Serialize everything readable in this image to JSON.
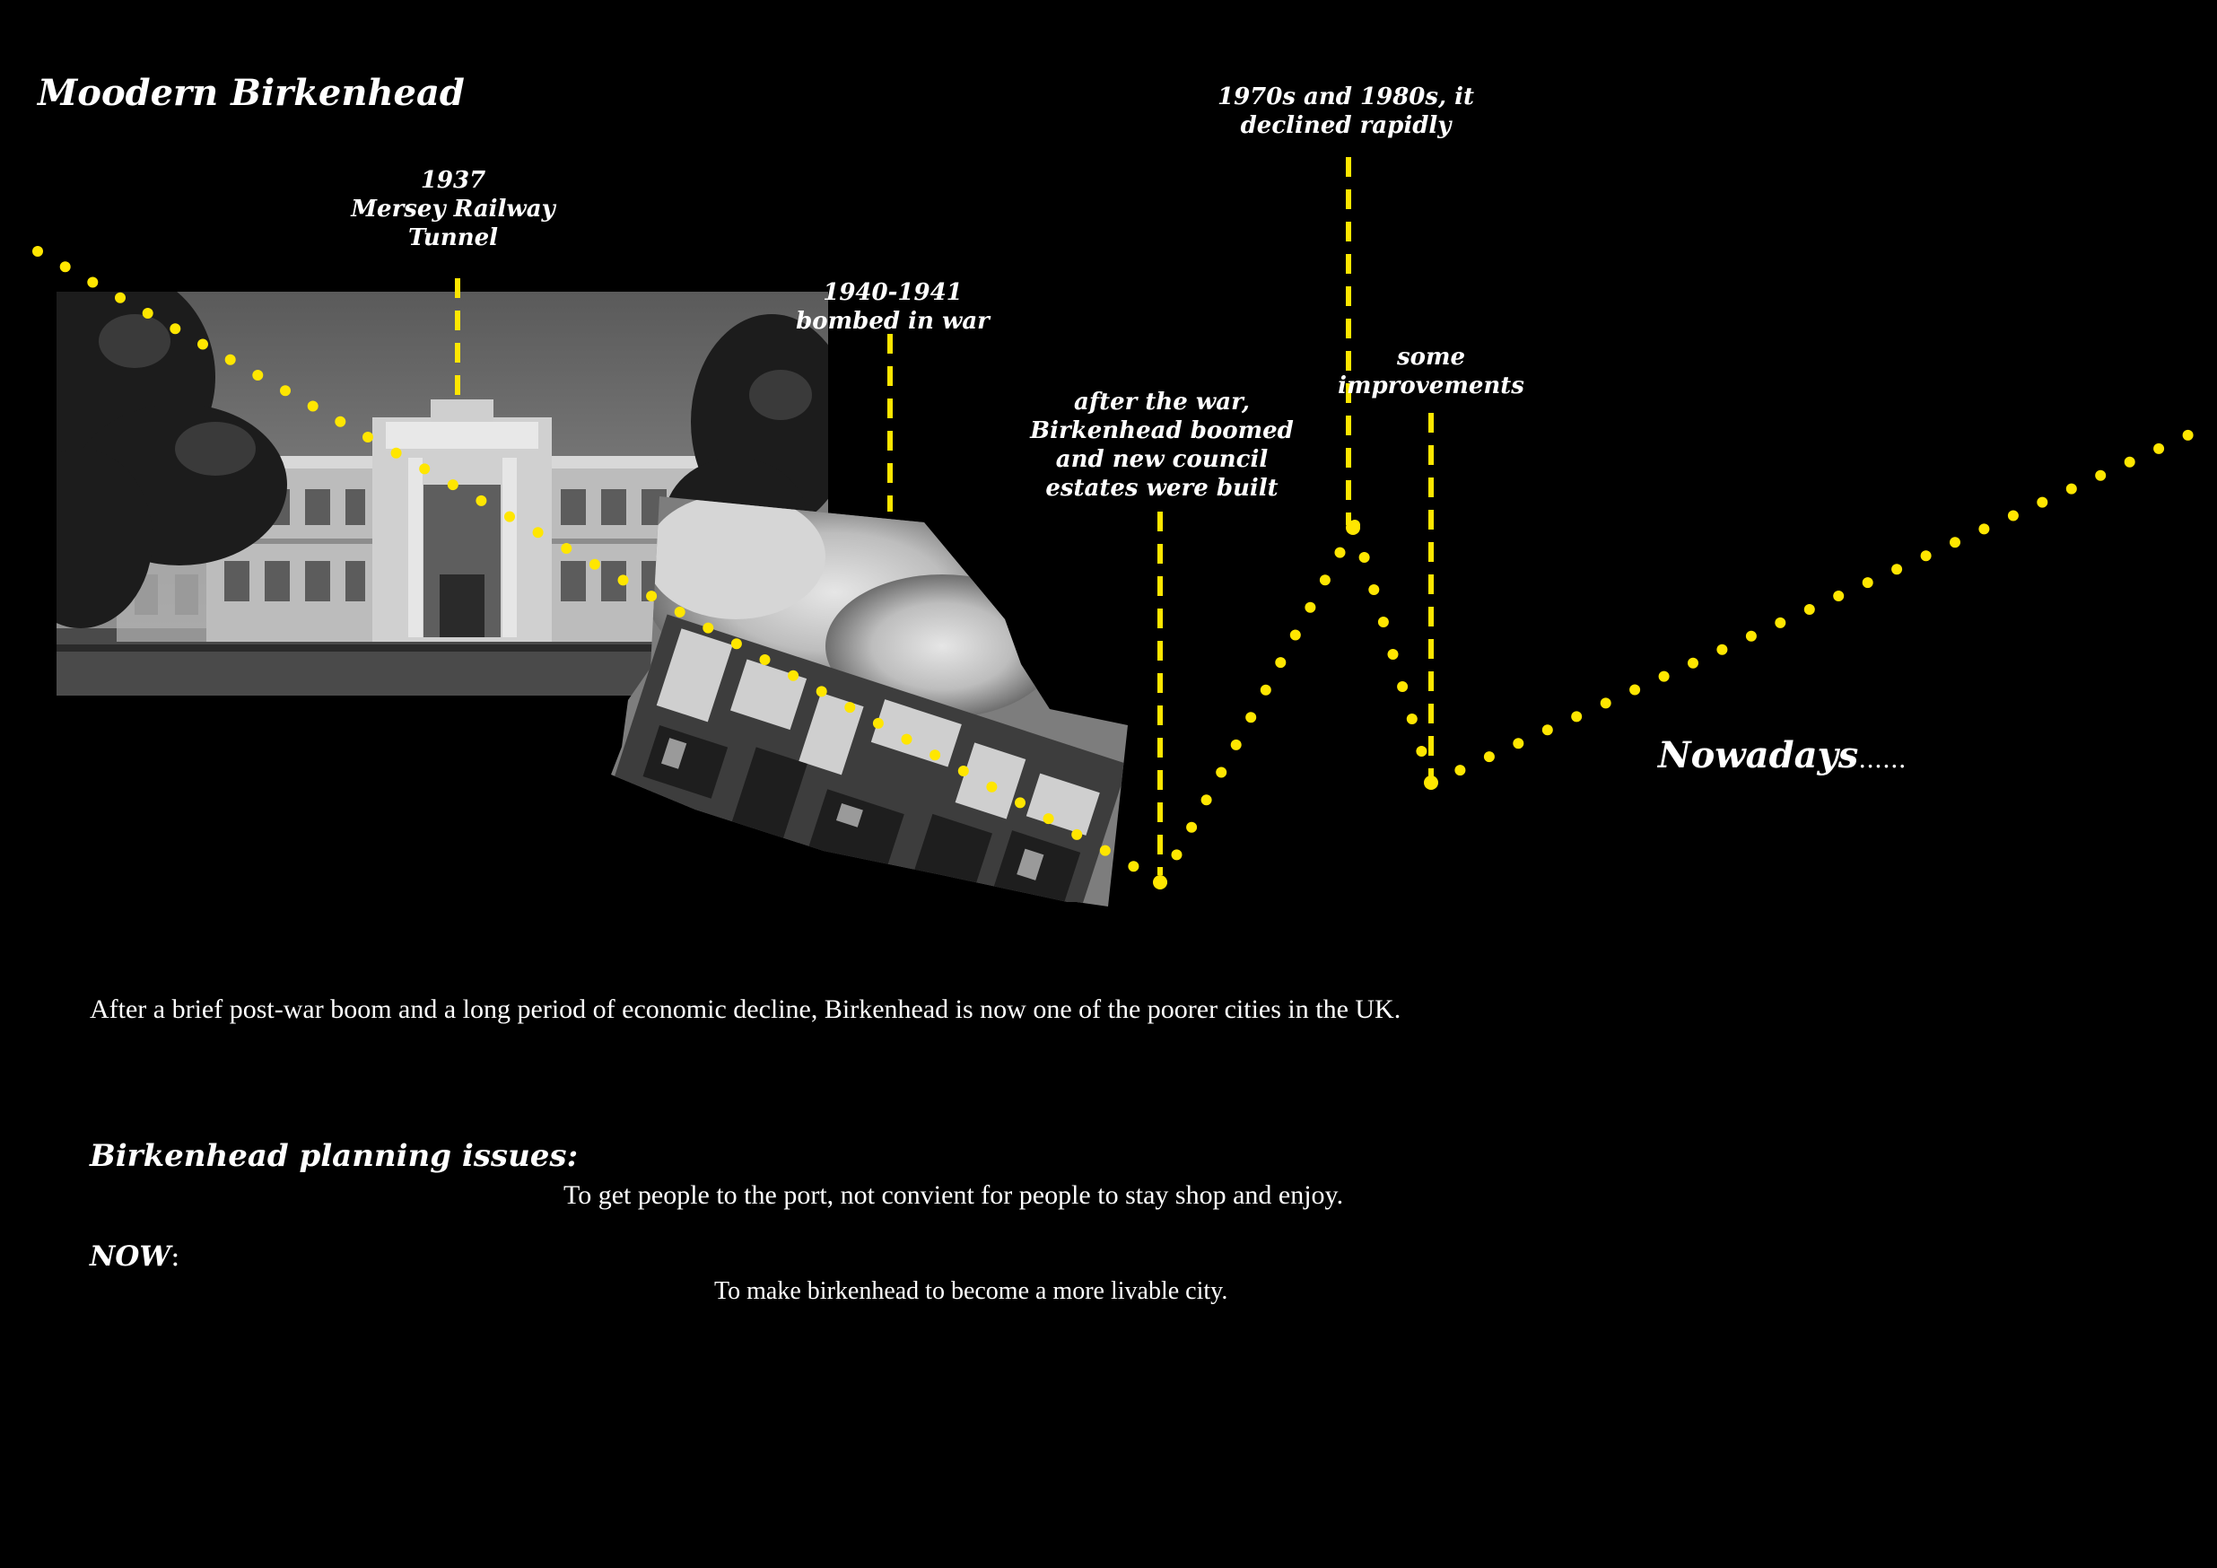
{
  "title": "Moodern Birkenhead",
  "timeline": {
    "events": [
      {
        "id": "tunnel",
        "label": "1937\nMersey Railway\nTunnel"
      },
      {
        "id": "war",
        "label": "1940-1941\nbombed in war"
      },
      {
        "id": "boom",
        "label": "after the war,\nBirkenhead boomed\nand new council\nestates were built"
      },
      {
        "id": "decline",
        "label": "1970s and 1980s, it\ndeclined rapidly"
      },
      {
        "id": "improve",
        "label": "some\nimprovements"
      }
    ],
    "nowadays_label": "Nowadays",
    "nowadays_suffix": "......",
    "accent_color": "#ffe600",
    "photos": [
      {
        "id": "town-hall-photo",
        "subject": "black-and-white photograph of a civic building"
      },
      {
        "id": "bombing-photo",
        "subject": "black-and-white photograph of wartime bombing smoke over rooftops"
      }
    ]
  },
  "summary": "After a brief post-war boom and a long period of economic decline, Birkenhead is now one of the poorer cities in the UK.",
  "issues": {
    "heading": "Birkenhead planning issues:",
    "text": "To get people to  the port, not convient for people to stay shop and enjoy."
  },
  "now": {
    "label": "NOW",
    "colon": ":",
    "text": "To make birkenhead to become a more livable city."
  }
}
